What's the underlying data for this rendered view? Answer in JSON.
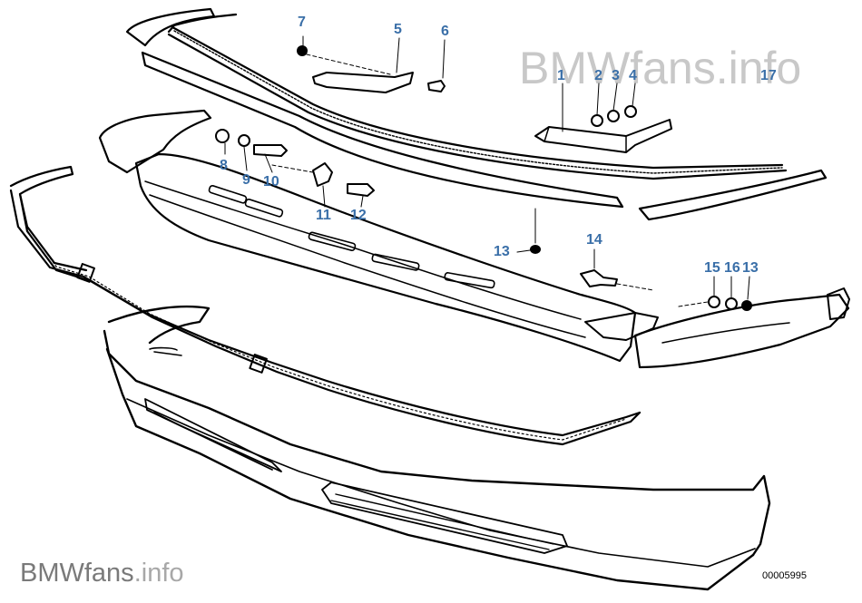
{
  "watermark_top": "BMWfans.info",
  "watermark_bottom": {
    "brand": "BMWfans",
    "suffix": ".info"
  },
  "diagram_ref": "00005995",
  "callouts": [
    {
      "id": "1",
      "label": "1"
    },
    {
      "id": "2",
      "label": "2"
    },
    {
      "id": "3",
      "label": "3"
    },
    {
      "id": "4",
      "label": "4"
    },
    {
      "id": "5",
      "label": "5"
    },
    {
      "id": "6",
      "label": "6"
    },
    {
      "id": "7",
      "label": "7"
    },
    {
      "id": "8",
      "label": "8"
    },
    {
      "id": "9",
      "label": "9"
    },
    {
      "id": "10",
      "label": "10"
    },
    {
      "id": "11",
      "label": "11"
    },
    {
      "id": "12",
      "label": "12"
    },
    {
      "id": "13a",
      "label": "13"
    },
    {
      "id": "14",
      "label": "14"
    },
    {
      "id": "15",
      "label": "15"
    },
    {
      "id": "16",
      "label": "16"
    },
    {
      "id": "13b",
      "label": "13"
    },
    {
      "id": "17",
      "label": "17"
    }
  ]
}
